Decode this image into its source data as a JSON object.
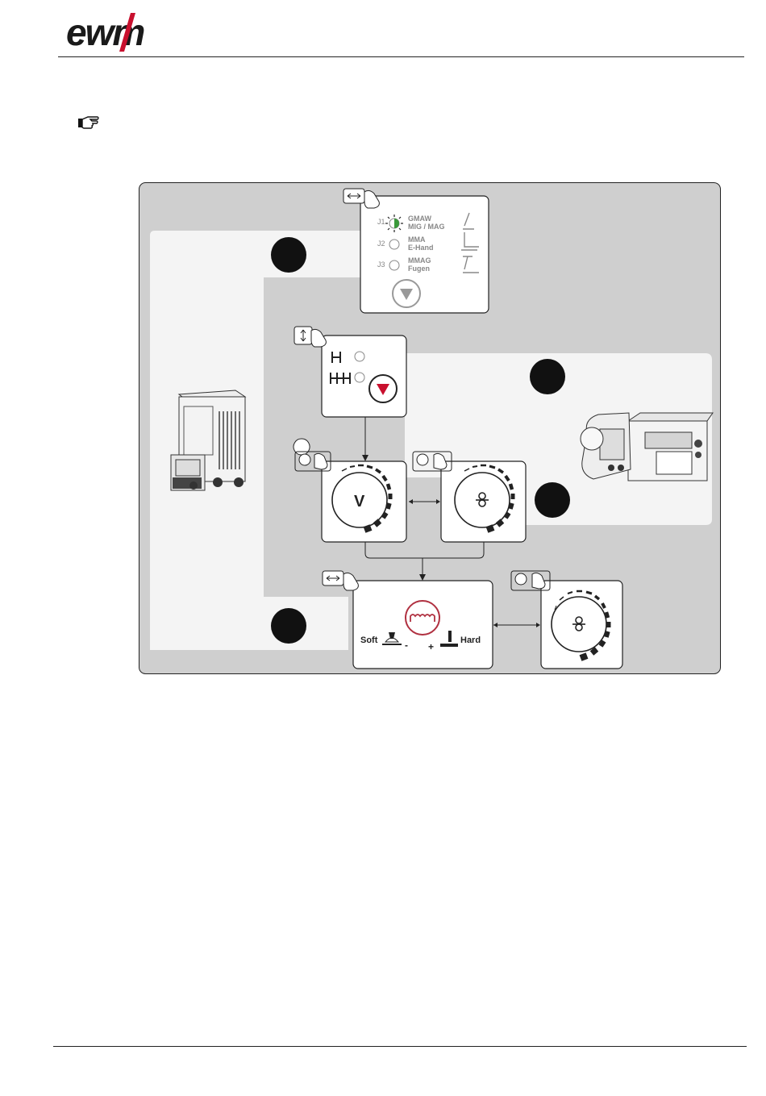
{
  "brand": {
    "logo_text": "ewm",
    "accent_color": "#c8102e"
  },
  "note": {
    "icon": "hand-pointer-icon"
  },
  "diagram": {
    "procedure_panel": {
      "rows": [
        {
          "code": "J1",
          "label_line1": "GMAW",
          "label_line2": "MIG / MAG",
          "active": true
        },
        {
          "code": "J2",
          "label_line1": "MMA",
          "label_line2": "E-Hand",
          "active": false
        },
        {
          "code": "J3",
          "label_line1": "MMAG",
          "label_line2": "Fugen",
          "active": false
        }
      ]
    },
    "voltage_dial": {
      "symbol": "V"
    },
    "arc_dynamics": {
      "soft_label": "Soft",
      "minus_label": "-",
      "plus_label": "+",
      "hard_label": "Hard"
    },
    "colors": {
      "panel_bg": "#cfcfcf",
      "inner_bg": "#f4f4f4",
      "marker": "#111111",
      "led_green": "#3a9a3a",
      "button_red": "#c8102e"
    }
  }
}
